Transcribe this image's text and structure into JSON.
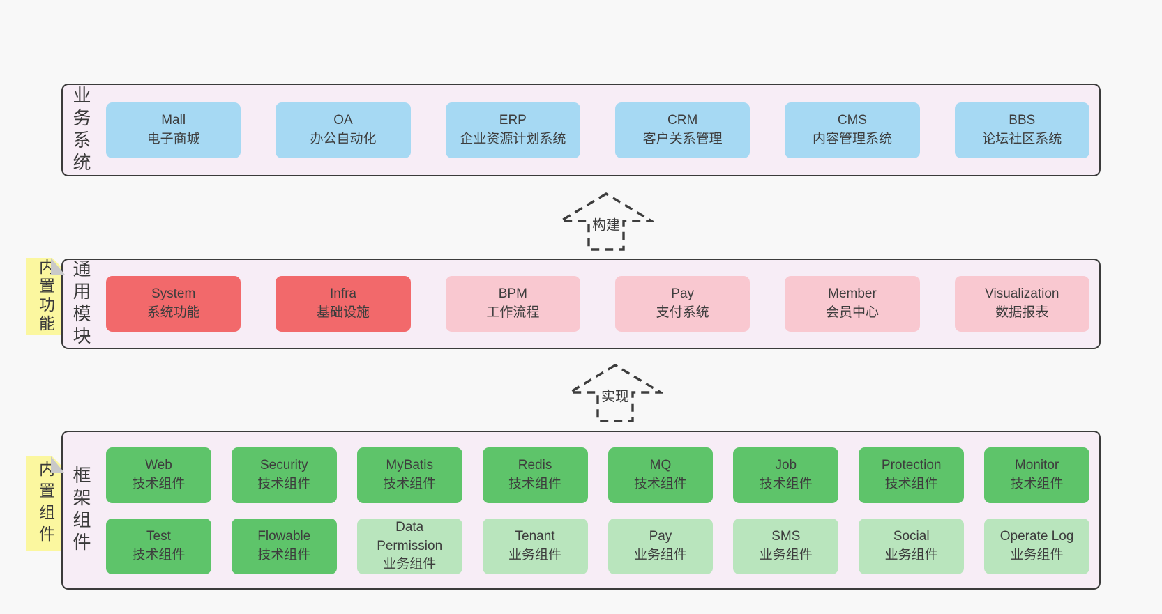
{
  "page": {
    "background": "#f8f8f8"
  },
  "colors": {
    "page_bg": "#f8f8f8",
    "layer_bg": "#f7edf6",
    "layer_border": "#3b3b3b",
    "blue": "#a6d9f3",
    "red": "#f2696b",
    "pink": "#f9c8d0",
    "green": "#5ec46a",
    "green_light": "#b9e5bd",
    "sticky_bg": "#fbf79f",
    "sticky_fold": "#c9c9c9",
    "arrow": "#3d3d3d",
    "text": "#3d3d3d"
  },
  "layers": [
    {
      "id": "business",
      "side_label": "业务系统",
      "boxes": [
        {
          "title": "Mall",
          "subtitle": "电子商城",
          "variant": "blue"
        },
        {
          "title": "OA",
          "subtitle": "办公自动化",
          "variant": "blue"
        },
        {
          "title": "ERP",
          "subtitle": "企业资源计划系统",
          "variant": "blue"
        },
        {
          "title": "CRM",
          "subtitle": "客户关系管理",
          "variant": "blue"
        },
        {
          "title": "CMS",
          "subtitle": "内容管理系统",
          "variant": "blue"
        },
        {
          "title": "BBS",
          "subtitle": "论坛社区系统",
          "variant": "blue"
        }
      ]
    },
    {
      "id": "modules",
      "side_label": "通用模块",
      "sticky_label": "内置功能",
      "boxes": [
        {
          "title": "System",
          "subtitle": "系统功能",
          "variant": "red"
        },
        {
          "title": "Infra",
          "subtitle": "基础设施",
          "variant": "red"
        },
        {
          "title": "BPM",
          "subtitle": "工作流程",
          "variant": "pink"
        },
        {
          "title": "Pay",
          "subtitle": "支付系统",
          "variant": "pink"
        },
        {
          "title": "Member",
          "subtitle": "会员中心",
          "variant": "pink"
        },
        {
          "title": "Visualization",
          "subtitle": "数据报表",
          "variant": "pink"
        }
      ]
    },
    {
      "id": "components",
      "side_label": "框架组件",
      "sticky_label": "内置组件",
      "rows": [
        [
          {
            "title": "Web",
            "subtitle": "技术组件",
            "variant": "green"
          },
          {
            "title": "Security",
            "subtitle": "技术组件",
            "variant": "green"
          },
          {
            "title": "MyBatis",
            "subtitle": "技术组件",
            "variant": "green"
          },
          {
            "title": "Redis",
            "subtitle": "技术组件",
            "variant": "green"
          },
          {
            "title": "MQ",
            "subtitle": "技术组件",
            "variant": "green"
          },
          {
            "title": "Job",
            "subtitle": "技术组件",
            "variant": "green"
          },
          {
            "title": "Protection",
            "subtitle": "技术组件",
            "variant": "green"
          },
          {
            "title": "Monitor",
            "subtitle": "技术组件",
            "variant": "green"
          }
        ],
        [
          {
            "title": "Test",
            "subtitle": "技术组件",
            "variant": "green"
          },
          {
            "title": "Flowable",
            "subtitle": "技术组件",
            "variant": "green"
          },
          {
            "title": "Data Permission",
            "subtitle": "业务组件",
            "variant": "green_light"
          },
          {
            "title": "Tenant",
            "subtitle": "业务组件",
            "variant": "green_light"
          },
          {
            "title": "Pay",
            "subtitle": "业务组件",
            "variant": "green_light"
          },
          {
            "title": "SMS",
            "subtitle": "业务组件",
            "variant": "green_light"
          },
          {
            "title": "Social",
            "subtitle": "业务组件",
            "variant": "green_light"
          },
          {
            "title": "Operate Log",
            "subtitle": "业务组件",
            "variant": "green_light"
          }
        ]
      ]
    }
  ],
  "arrows": [
    {
      "label": "构建"
    },
    {
      "label": "实现"
    }
  ]
}
